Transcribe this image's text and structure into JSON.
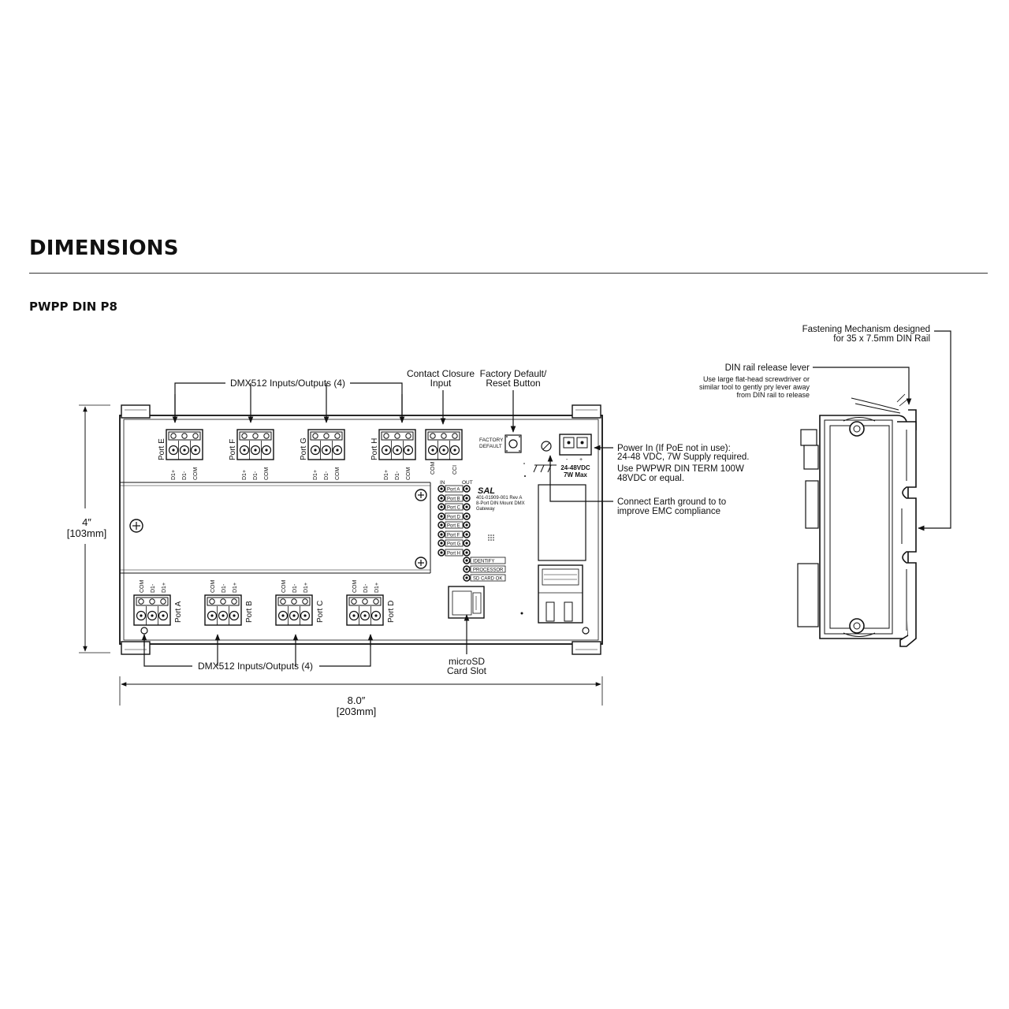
{
  "section": {
    "title": "DIMENSIONS",
    "product": "PWPP DIN P8"
  },
  "callouts": {
    "dmx_top": "DMX512 Inputs/Outputs (4)",
    "dmx_bottom": "DMX512 Inputs/Outputs (4)",
    "contact_closure": [
      "Contact Closure",
      "Input"
    ],
    "factory_reset": [
      "Factory Default/",
      "Reset Button"
    ],
    "power_in": [
      "Power In (If PoE not in use):",
      "24-48 VDC, 7W Supply required.",
      "Use PWPWR DIN TERM 100W",
      "48VDC or equal."
    ],
    "earth_ground": [
      "Connect Earth ground to to",
      "improve EMC compliance"
    ],
    "microsd": [
      "microSD",
      "Card Slot"
    ],
    "fastening": [
      "Fastening Mechanism designed",
      "for 35 x 7.5mm DIN Rail"
    ],
    "din_release": "DIN rail release lever",
    "din_release_note": [
      "Use large flat-head screwdriver or",
      "similar tool to gently pry lever away",
      "from DIN rail to release"
    ]
  },
  "dimensions": {
    "height": [
      "4″",
      "[103mm]"
    ],
    "width": [
      "8.0″",
      "[203mm]"
    ]
  },
  "board": {
    "top_ports": [
      "Port E",
      "Port F",
      "Port G",
      "Port H"
    ],
    "bottom_ports": [
      "Port A",
      "Port B",
      "Port C",
      "Port D"
    ],
    "top_pins": [
      "D1+",
      "D1-",
      "COM"
    ],
    "bottom_pins": [
      "COM",
      "D1-",
      "D1+"
    ],
    "cc_pins": [
      "COM",
      "CCI"
    ],
    "factory_label": [
      "FACTORY",
      "DEFAULT"
    ],
    "power_label": [
      "24-48VDC",
      "7W Max"
    ],
    "power_polarity": [
      "-",
      "+"
    ],
    "led_header": [
      "IN",
      "OUT"
    ],
    "port_leds": [
      "Port A",
      "Port B",
      "Port C",
      "Port D",
      "Port E",
      "Port F",
      "Port G",
      "Port H"
    ],
    "status_leds": [
      "IDENTIFY",
      "PROCESSOR",
      "SD CARD OK"
    ],
    "part_info": [
      "401-01909-001 Rev A",
      "8-Port DIN Mount DMX",
      "Gateway"
    ],
    "cert_mark": "SAL"
  }
}
